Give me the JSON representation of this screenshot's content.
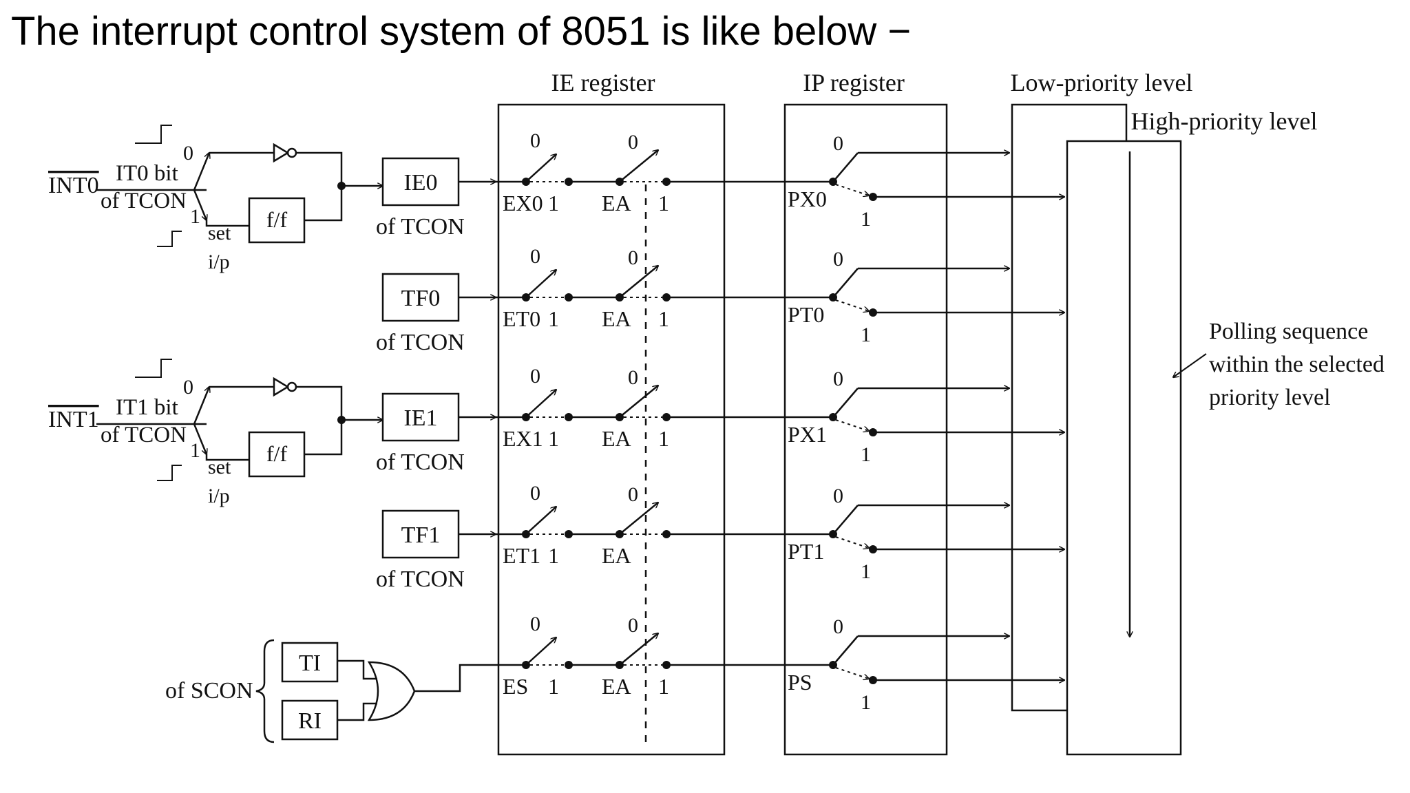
{
  "heading": "The interrupt control system of 8051 is like below −",
  "columns": {
    "ie_register": "IE register",
    "ip_register": "IP register",
    "low_priority": "Low-priority level",
    "high_priority": "High-priority level"
  },
  "ext_inputs": [
    {
      "pin": "INT0",
      "bit_line1": "IT0 bit",
      "bit_line2": "of TCON",
      "sel0": "0",
      "sel1": "1",
      "ff": "f/f",
      "set1": "set",
      "set2": "i/p"
    },
    {
      "pin": "INT1",
      "bit_line1": "IT1 bit",
      "bit_line2": "of TCON",
      "sel0": "0",
      "sel1": "1",
      "ff": "f/f",
      "set1": "set",
      "set2": "i/p"
    }
  ],
  "sources": [
    {
      "flag": "IE0",
      "sub": "of TCON",
      "enable": "EX0",
      "ea": "EA",
      "priority": "PX0",
      "zero": "0",
      "one": "1"
    },
    {
      "flag": "TF0",
      "sub": "of TCON",
      "enable": "ET0",
      "ea": "EA",
      "priority": "PT0",
      "zero": "0",
      "one": "1"
    },
    {
      "flag": "IE1",
      "sub": "of TCON",
      "enable": "EX1",
      "ea": "EA",
      "priority": "PX1",
      "zero": "0",
      "one": "1"
    },
    {
      "flag": "TF1",
      "sub": "of TCON",
      "enable": "ET1",
      "ea": "EA",
      "priority": "PT1",
      "zero": "0",
      "one": "1"
    },
    {
      "flag": "",
      "sub": "",
      "enable": "ES",
      "ea": "EA",
      "priority": "PS",
      "zero": "0",
      "one": "1"
    }
  ],
  "serial": {
    "ti": "TI",
    "ri": "RI",
    "label": "of SCON"
  },
  "polling": {
    "line1": "Polling sequence",
    "line2": "within the selected",
    "line3": "priority level"
  }
}
